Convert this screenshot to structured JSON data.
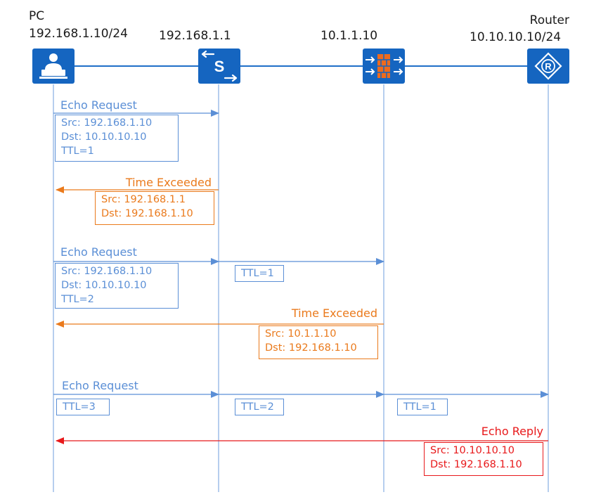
{
  "colors": {
    "device_blue": "#1565c0",
    "request_blue": "#5b8fd6",
    "time_exceeded_orange": "#ea7a1c",
    "reply_red": "#e8191b",
    "link_blue": "#1f6fc8"
  },
  "devices": [
    {
      "id": "pc",
      "name": "PC",
      "address": "192.168.1.10/24",
      "icon": "pc-user-icon"
    },
    {
      "id": "switch",
      "name": "",
      "address": "192.168.1.1",
      "icon": "switch-icon"
    },
    {
      "id": "firewall",
      "name": "",
      "address": "10.1.1.10",
      "icon": "firewall-icon"
    },
    {
      "id": "router",
      "name": "Router",
      "address": "10.10.10.10/24",
      "icon": "router-icon"
    }
  ],
  "messages": {
    "req1": {
      "label": "Echo Request",
      "box": [
        "Src: 192.168.1.10",
        "Dst: 10.10.10.10",
        "TTL=1"
      ]
    },
    "te1": {
      "label": "Time Exceeded",
      "box": [
        "Src: 192.168.1.1",
        "Dst: 192.168.1.10"
      ]
    },
    "req2": {
      "label": "Echo Request",
      "box": [
        "Src: 192.168.1.10",
        "Dst: 10.10.10.10",
        "TTL=2"
      ],
      "hop_ttl": "TTL=1"
    },
    "te2": {
      "label": "Time Exceeded",
      "box": [
        "Src: 10.1.1.10",
        "Dst: 192.168.1.10"
      ]
    },
    "req3": {
      "label": "Echo Request",
      "hop_ttls": [
        "TTL=3",
        "TTL=2",
        "TTL=1"
      ]
    },
    "reply": {
      "label": "Echo Reply",
      "box": [
        "Src: 10.10.10.10",
        "Dst: 192.168.1.10"
      ]
    }
  }
}
